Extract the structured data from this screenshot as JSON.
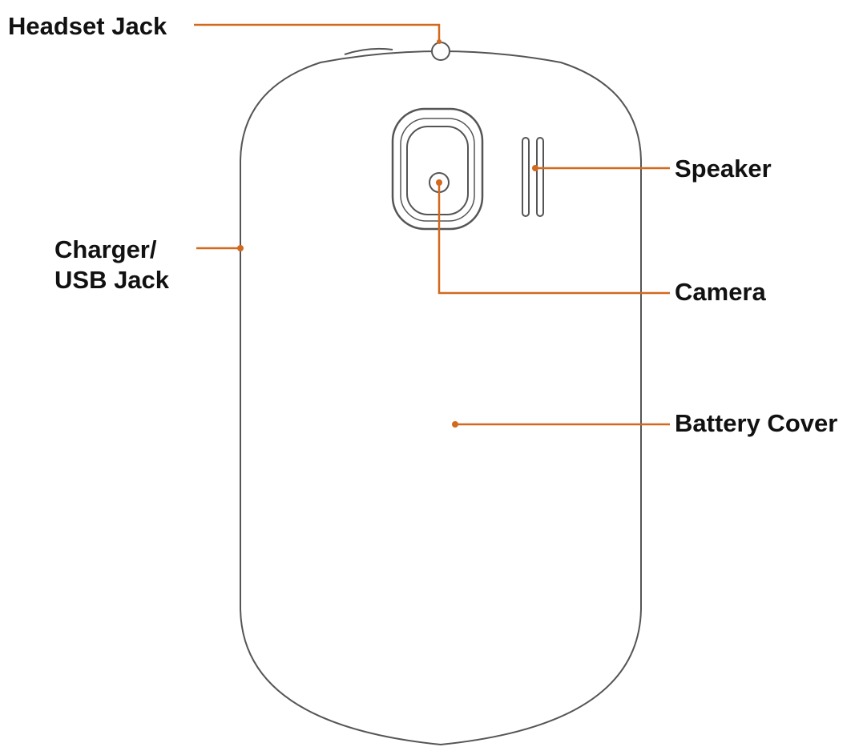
{
  "labels": {
    "headset_jack": "Headset Jack",
    "speaker": "Speaker",
    "charger_line1": "Charger/",
    "charger_line2": "USB Jack",
    "camera": "Camera",
    "battery_cover": "Battery Cover"
  },
  "colors": {
    "leader_line": "#d2691e",
    "outline": "#555555",
    "text": "#111111",
    "background": "#ffffff"
  }
}
